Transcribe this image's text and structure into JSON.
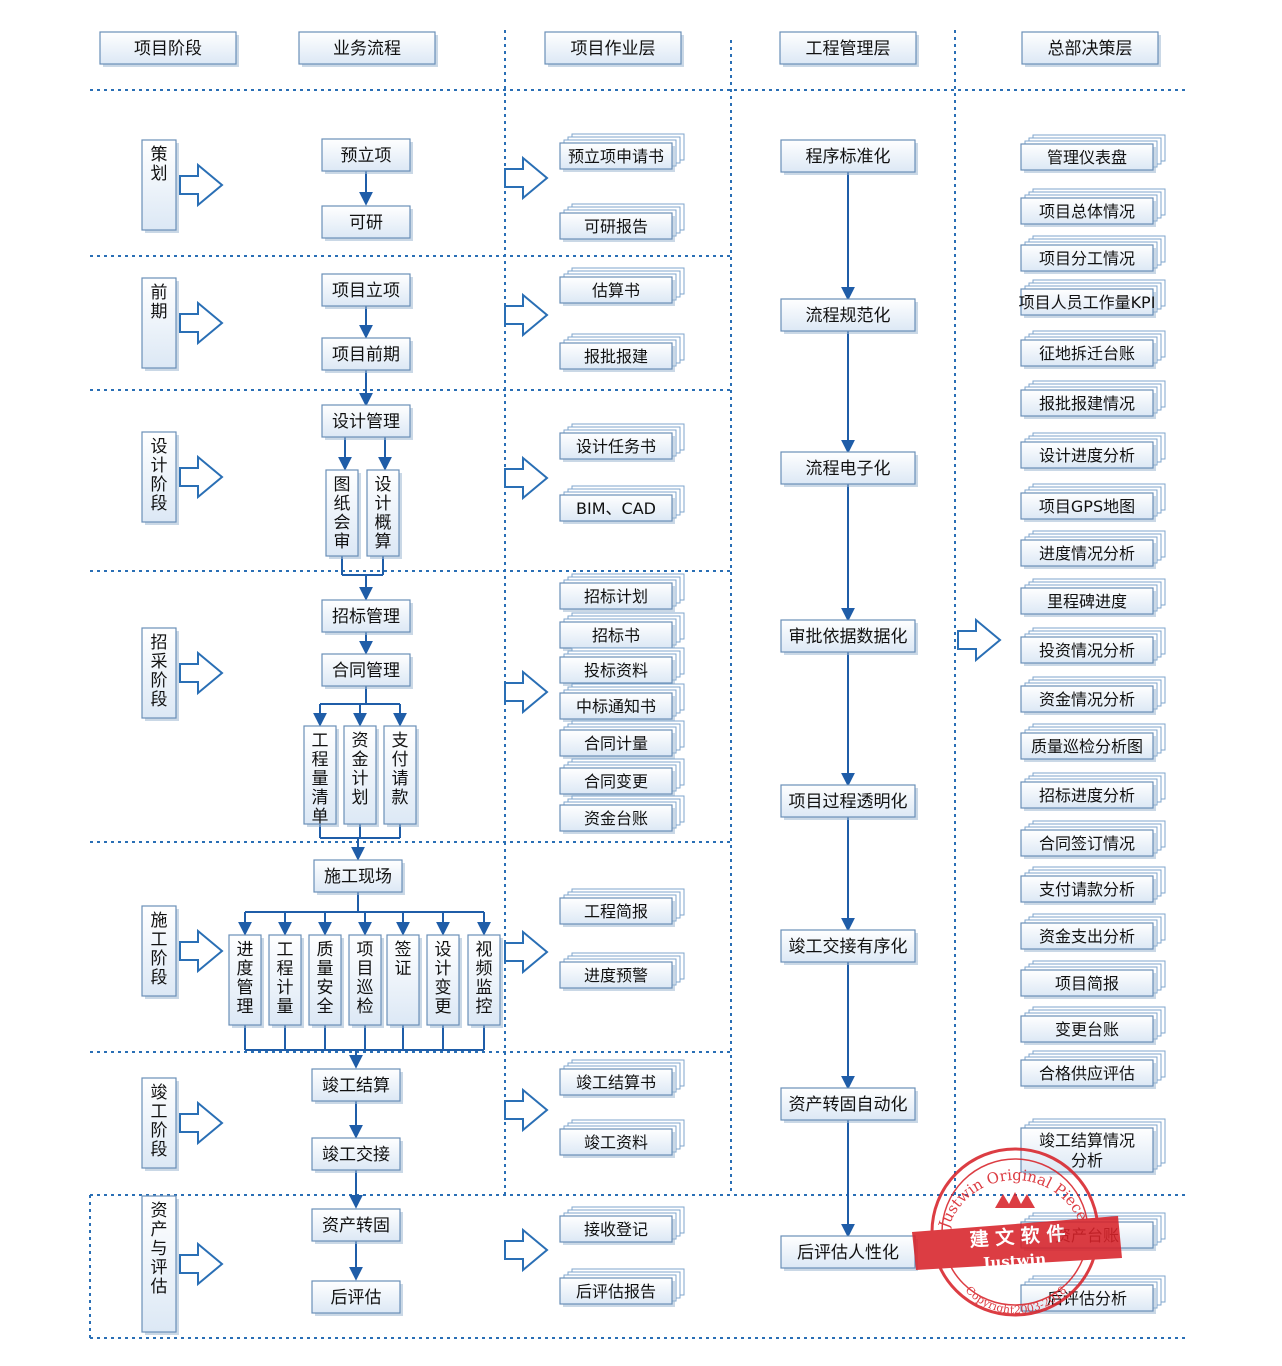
{
  "headers": {
    "stage": "项目阶段",
    "flow": "业务流程",
    "project_layer": "项目作业层",
    "engineering_layer": "工程管理层",
    "hq_layer": "总部决策层"
  },
  "stages": [
    "策划",
    "前期",
    "设计阶段",
    "招采阶段",
    "施工阶段",
    "竣工阶段",
    "资产与评估"
  ],
  "flow": {
    "pre_approval": "预立项",
    "feasibility": "可研",
    "project_approval": "项目立项",
    "preliminary": "项目前期",
    "design_mgmt": "设计管理",
    "drawing_review": "图纸会审",
    "design_estimate": "设计概算",
    "bidding_mgmt": "招标管理",
    "contract_mgmt": "合同管理",
    "bill_of_quantities": "工程量清单",
    "fund_plan": "资金计划",
    "payment_request": "支付请款",
    "construction_site": "施工现场",
    "construction_subs": [
      "进度管理",
      "工程计量",
      "质量安全",
      "项目巡检",
      "签证",
      "设计变更",
      "视频监控"
    ],
    "final_settlement": "竣工结算",
    "completion_handover": "竣工交接",
    "asset_transfer": "资产转固",
    "post_evaluation": "后评估"
  },
  "project_docs": [
    "预立项申请书",
    "可研报告",
    "估算书",
    "报批报建",
    "设计任务书",
    "BIM、CAD",
    "招标计划",
    "招标书",
    "投标资料",
    "中标通知书",
    "合同计量",
    "合同变更",
    "资金台账",
    "工程简报",
    "进度预警",
    "竣工结算书",
    "竣工资料",
    "接收登记",
    "后评估报告"
  ],
  "engineering": [
    "程序标准化",
    "流程规范化",
    "流程电子化",
    "审批依据数据化",
    "项目过程透明化",
    "竣工交接有序化",
    "资产转固自动化",
    "后评估人性化"
  ],
  "hq": [
    "管理仪表盘",
    "项目总体情况",
    "项目分工情况",
    "项目人员工作量KPI",
    "征地拆迁台账",
    "报批报建情况",
    "设计进度分析",
    "项目GPS地图",
    "进度情况分析",
    "里程碑进度",
    "投资情况分析",
    "资金情况分析",
    "质量巡检分析图",
    "招标进度分析",
    "合同签订情况",
    "支付请款分析",
    "资金支出分析",
    "项目简报",
    "变更台账",
    "合格供应评估",
    "竣工结算情况分析",
    "资产台账",
    "后评估分析"
  ],
  "stamp": {
    "top": "Justwin Original Pieces",
    "middle": "建 文 软 件",
    "brand": "Justwin",
    "bottom": "Copyright2003-2018"
  },
  "colors": {
    "line": "#1f5da8",
    "box_border": "#6a8fb8",
    "stamp": "#d8232a"
  }
}
